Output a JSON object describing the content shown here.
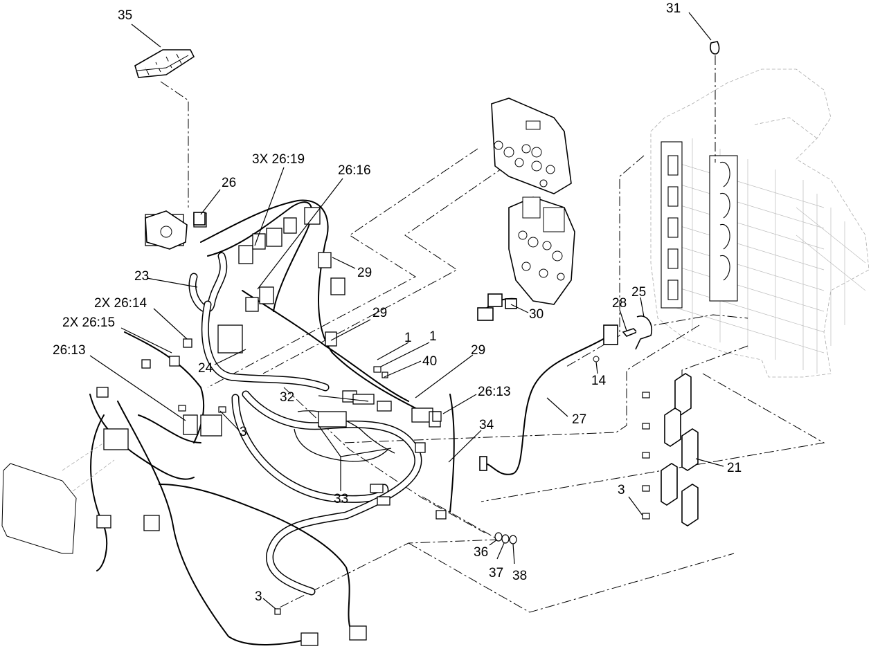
{
  "callouts": [
    {
      "id": "c35",
      "text": "35"
    },
    {
      "id": "c31",
      "text": "31"
    },
    {
      "id": "c3x2619",
      "text": "3X 26:19"
    },
    {
      "id": "c2616",
      "text": "26:16"
    },
    {
      "id": "c26",
      "text": "26"
    },
    {
      "id": "c29a",
      "text": "29"
    },
    {
      "id": "c23",
      "text": "23"
    },
    {
      "id": "c2x2614",
      "text": "2X 26:14"
    },
    {
      "id": "c2x2615",
      "text": "2X 26:15"
    },
    {
      "id": "c2613a",
      "text": "26:13"
    },
    {
      "id": "c24",
      "text": "24"
    },
    {
      "id": "c29b",
      "text": "29"
    },
    {
      "id": "c1a",
      "text": "1"
    },
    {
      "id": "c1b",
      "text": "1"
    },
    {
      "id": "c40",
      "text": "40"
    },
    {
      "id": "c29c",
      "text": "29"
    },
    {
      "id": "c30",
      "text": "30"
    },
    {
      "id": "c28",
      "text": "28"
    },
    {
      "id": "c25",
      "text": "25"
    },
    {
      "id": "c14",
      "text": "14"
    },
    {
      "id": "c32",
      "text": "32"
    },
    {
      "id": "c2613b",
      "text": "26:13"
    },
    {
      "id": "c3a",
      "text": "3"
    },
    {
      "id": "c34",
      "text": "34"
    },
    {
      "id": "c27",
      "text": "27"
    },
    {
      "id": "c21",
      "text": "21"
    },
    {
      "id": "c33",
      "text": "33"
    },
    {
      "id": "c3b",
      "text": "3"
    },
    {
      "id": "c36",
      "text": "36"
    },
    {
      "id": "c37",
      "text": "37"
    },
    {
      "id": "c38",
      "text": "38"
    },
    {
      "id": "c3c",
      "text": "3"
    }
  ]
}
